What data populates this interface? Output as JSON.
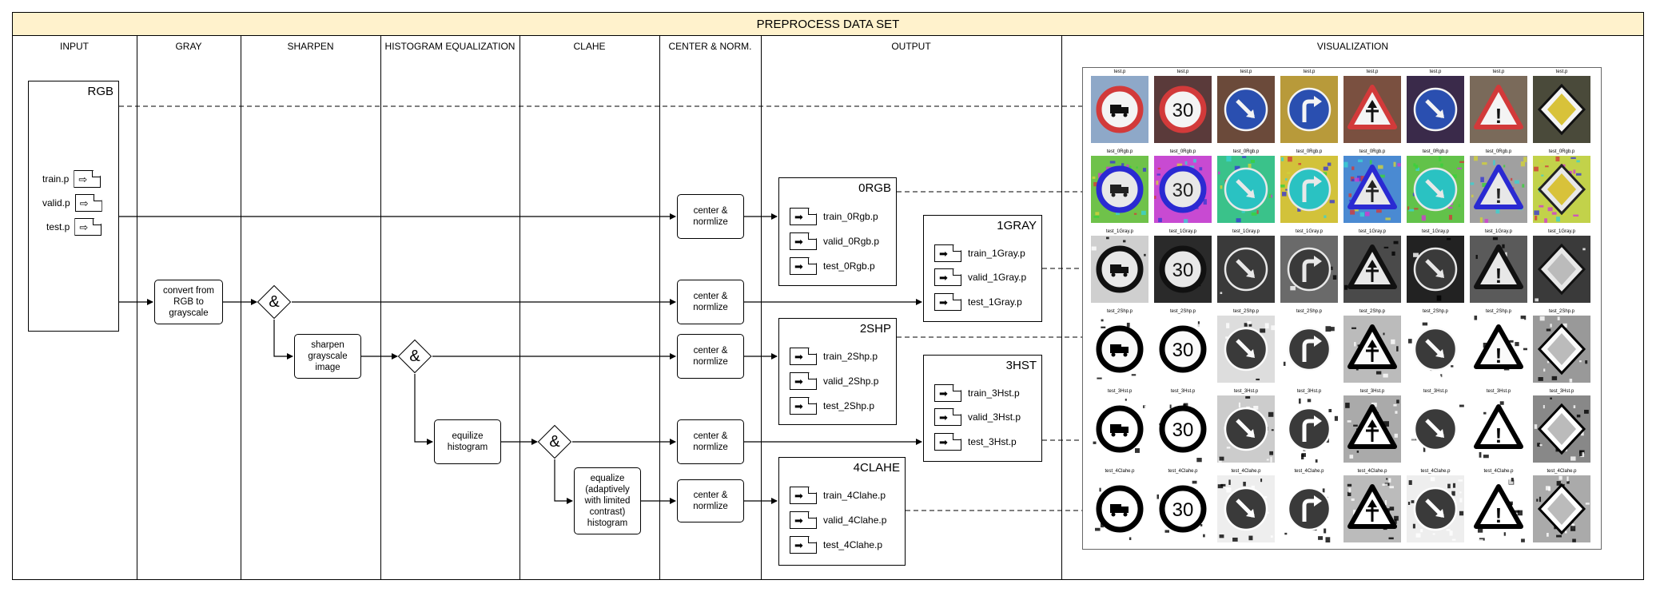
{
  "title": "PREPROCESS DATA SET",
  "lanes": [
    "INPUT",
    "GRAY",
    "SHARPEN",
    "HISTOGRAM EQUALIZATION",
    "CLAHE",
    "CENTER & NORM.",
    "OUTPUT",
    "VISUALIZATION"
  ],
  "input_box": {
    "title": "RGB",
    "files": [
      "train.p",
      "valid.p",
      "test.p"
    ]
  },
  "steps": {
    "gray": "convert from RGB to grayscale",
    "sharpen": "sharpen grayscale image",
    "hist": "equilize histogram",
    "clahe": "equalize (adaptively with limited contrast) histogram",
    "norm": "center & normlize",
    "amp": "&"
  },
  "outputs": [
    {
      "title": "0RGB",
      "files": [
        "train_0Rgb.p",
        "valid_0Rgb.p",
        "test_0Rgb.p"
      ]
    },
    {
      "title": "1GRAY",
      "files": [
        "train_1Gray.p",
        "valid_1Gray.p",
        "test_1Gray.p"
      ]
    },
    {
      "title": "2SHP",
      "files": [
        "train_2Shp.p",
        "valid_2Shp.p",
        "test_2Shp.p"
      ]
    },
    {
      "title": "3HST",
      "files": [
        "train_3Hst.p",
        "valid_3Hst.p",
        "test_3Hst.p"
      ]
    },
    {
      "title": "4CLAHE",
      "files": [
        "train_4Clahe.p",
        "valid_4Clahe.p",
        "test_4Clahe.p"
      ]
    }
  ],
  "visualization": {
    "rows": [
      {
        "caption": "test.p",
        "style": "rgb"
      },
      {
        "caption": "test_0Rgb.p",
        "style": "norm"
      },
      {
        "caption": "test_1Gray.p",
        "style": "gray"
      },
      {
        "caption": "test_2Shp.p",
        "style": "sharp"
      },
      {
        "caption": "test_3Hst.p",
        "style": "hist"
      },
      {
        "caption": "test_4Clahe.p",
        "style": "clahe"
      }
    ],
    "signs": [
      "no-trucks-sign",
      "speed-limit-30-sign",
      "keep-right-sign",
      "turn-right-ahead-sign",
      "right-of-way-sign",
      "keep-right-sign",
      "general-caution-sign",
      "priority-road-sign"
    ],
    "speed_text": "30",
    "caution_text": "!"
  }
}
